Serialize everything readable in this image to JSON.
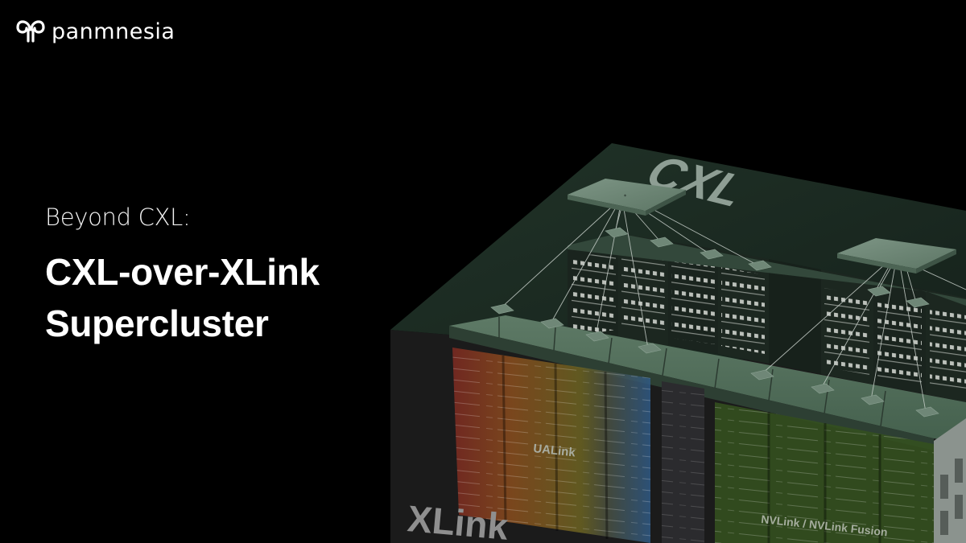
{
  "brand": {
    "logo_icon": "panmnesia-logo-icon",
    "name": "panmnesia"
  },
  "headline": {
    "subtitle": "Beyond CXL:",
    "title_line1": "CXL-over-XLink",
    "title_line2": "Supercluster"
  },
  "illustration": {
    "top_label": "CXL",
    "front_label": "XLink",
    "group_labels": {
      "ualink": "UALink",
      "nvlink": "NVLink / NVLink Fusion"
    },
    "colors": {
      "background": "#000000",
      "slab_top": "#1d2d25",
      "rack_green": "#4a6553",
      "front_face": "#1c1c1c",
      "ualink_red": "#8a2a22",
      "ualink_orange": "#8a5a1c",
      "ualink_yellow": "#6f6420",
      "ualink_blue": "#2f5a86",
      "nvlink_green": "#3c5a28",
      "label_gray": "#9aa39e"
    }
  }
}
